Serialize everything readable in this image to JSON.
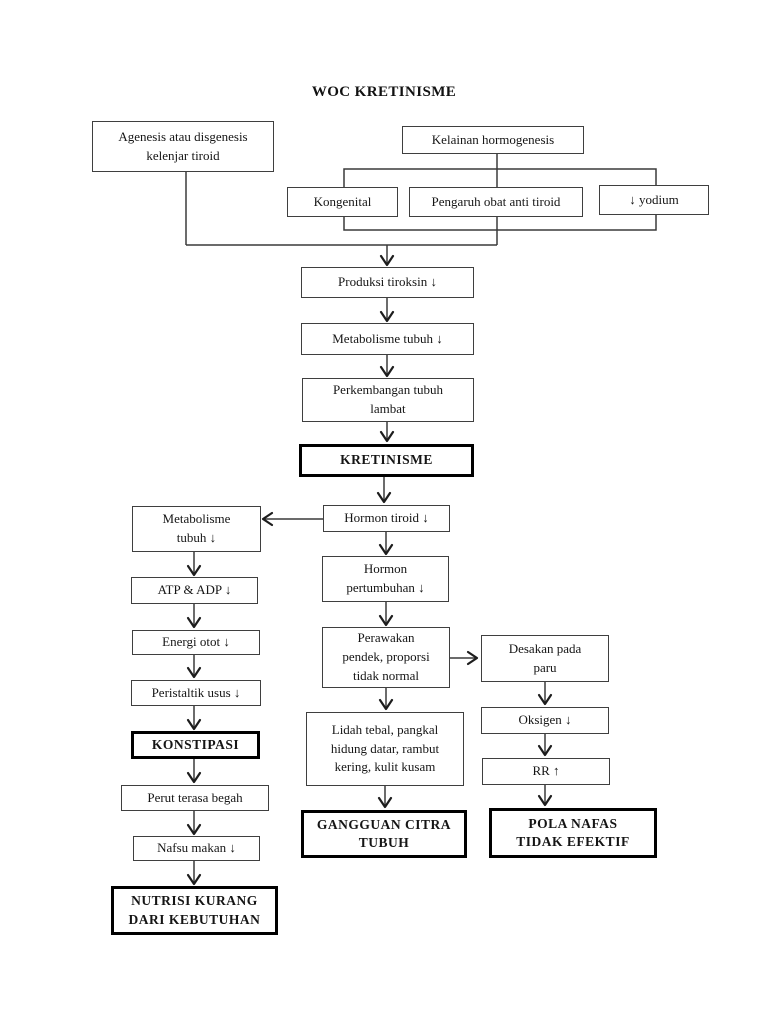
{
  "page": {
    "title": "WOC KRETINISME"
  },
  "nodes": {
    "agenesis": "Agenesis atau disgenesis\nkelenjar tiroid",
    "kelainan_hormogenesis": "Kelainan hormogenesis",
    "kongenital": "Kongenital",
    "pengaruh_obat": "Pengaruh obat anti tiroid",
    "yodium": "↓ yodium",
    "produksi_tiroksin": "Produksi tiroksin ↓",
    "metabolisme_tubuh_pusat": "Metabolisme tubuh ↓",
    "perkembangan_tubuh": "Perkembangan tubuh\nlambat",
    "kretinisme": "KRETINISME",
    "hormon_tiroid": "Hormon tiroid ↓",
    "metabolisme_tubuh_kiri": "Metabolisme\ntubuh ↓",
    "atp_adp": "ATP & ADP ↓",
    "energi_otot": "Energi otot ↓",
    "peristaltik_usus": "Peristaltik usus ↓",
    "konstipasi": "KONSTIPASI",
    "perut_begah": "Perut terasa begah",
    "nafsu_makan": "Nafsu makan ↓",
    "nutrisi_kurang": "NUTRISI KURANG\nDARI KEBUTUHAN",
    "hormon_pertumbuhan": "Hormon\npertumbuhan ↓",
    "perawakan_pendek": "Perawakan\npendek, proporsi\ntidak normal",
    "lidah_tebal": "Lidah tebal, pangkal\nhidung datar, rambut\nkering, kulit kusam",
    "gangguan_citra": "GANGGUAN CITRA\nTUBUH",
    "desakan_paru": "Desakan pada\nparu",
    "oksigen": "Oksigen ↓",
    "rr": "RR ↑",
    "pola_nafas": "POLA NAFAS\nTIDAK EFEKTIF"
  }
}
